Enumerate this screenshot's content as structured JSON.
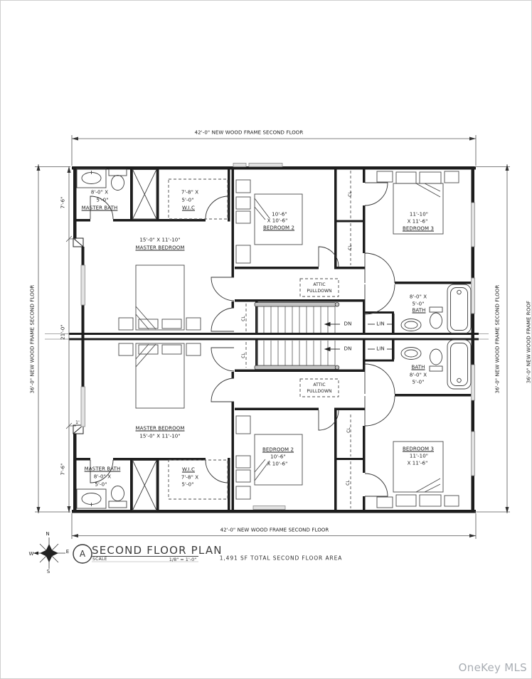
{
  "dimensions": {
    "top": "42'-0\" NEW WOOD FRAME SECOND FLOOR",
    "bottom": "42'-0\" NEW WOOD FRAME SECOND FLOOR",
    "left": "36'-0\" NEW WOOD FRAME SECOND FLOOR",
    "right": "36'-0\" NEW WOOD FRAME SECOND FLOOR",
    "right_roof": "36'-0\" NEW WOOD FRAME ROOF",
    "seg_top": "7'-6\"",
    "seg_mid": "21'-0\"",
    "seg_bot": "7'-6\"",
    "offset": "1'"
  },
  "common": {
    "cl": "CL",
    "lin": "LIN",
    "dn": "DN",
    "attic_l1": "ATTIC",
    "attic_l2": "PULLDOWN"
  },
  "unit_a": {
    "master_bath": {
      "dim1": "8'-0\" X",
      "dim2": "5'-0\"",
      "name": "MASTER BATH"
    },
    "wic": {
      "dim1": "7'-8\" X",
      "dim2": "5'-0\"",
      "name": "W.I.C"
    },
    "master_bedroom": {
      "dim": "15'-0\" X 11'-10\"",
      "name": "MASTER BEDROOM"
    },
    "bedroom2": {
      "dim1": "10'-6\"",
      "dim2": "X 10'-6\"",
      "name": "BEDROOM 2"
    },
    "bedroom3": {
      "dim1": "11'-10\"",
      "dim2": "X 11'-6\"",
      "name": "BEDROOM 3"
    },
    "bath": {
      "dim1": "8'-0\" X",
      "dim2": "5'-0\"",
      "name": "BATH"
    }
  },
  "unit_b": {
    "master_bath": {
      "dim1": "8'-0\" X",
      "dim2": "5'-0\"",
      "name": "MASTER BATH"
    },
    "wic": {
      "dim1": "7'-8\" X",
      "dim2": "5'-0\"",
      "name": "W.I.C"
    },
    "master_bedroom": {
      "dim": "15'-0\" X 11'-10\"",
      "name": "MASTER BEDROOM"
    },
    "bedroom2": {
      "dim1": "10'-6\"",
      "dim2": "X 10'-6\"",
      "name": "BEDROOM 2"
    },
    "bedroom3": {
      "dim1": "11'-10\"",
      "dim2": "X 11'-6\"",
      "name": "BEDROOM 3"
    },
    "bath": {
      "dim1": "8'-0\" X",
      "dim2": "5'-0\"",
      "name": "BATH"
    }
  },
  "title_block": {
    "detail_letter": "A",
    "title": "SECOND FLOOR PLAN",
    "scale_label": "SCALE",
    "scale_value": "1/8\" = 1'-0\"",
    "area_note": "1,491 SF TOTAL SECOND FLOOR AREA"
  },
  "compass": {
    "n": "N",
    "e": "E",
    "s": "S",
    "w": "W"
  },
  "watermark": "OneKey MLS"
}
